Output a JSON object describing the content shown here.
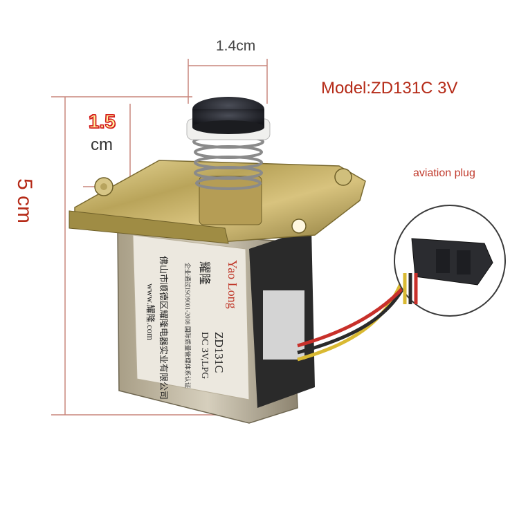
{
  "labels": {
    "width_dim": "1.4cm",
    "depth_value": "1.5",
    "depth_unit": "cm",
    "height_dim": "5 cm",
    "model": "Model:ZD131C 3V",
    "plug_callout": "aviation plug"
  },
  "product_sticker": {
    "brand": "Yao Long",
    "brand_cn": "耀隆",
    "model": "ZD131C",
    "spec": "DC 3V,LPG",
    "cert": "企业通过ISO9001-2008 国际质量管理体系认证",
    "company": "佛山市顺德区耀隆电器实业有限公司",
    "website": "www.耀隆.com"
  },
  "colors": {
    "accent_red": "#b52a17",
    "dim_line": "#c9857c",
    "metal": "#c9b46a",
    "sticker": "#ece8df"
  }
}
